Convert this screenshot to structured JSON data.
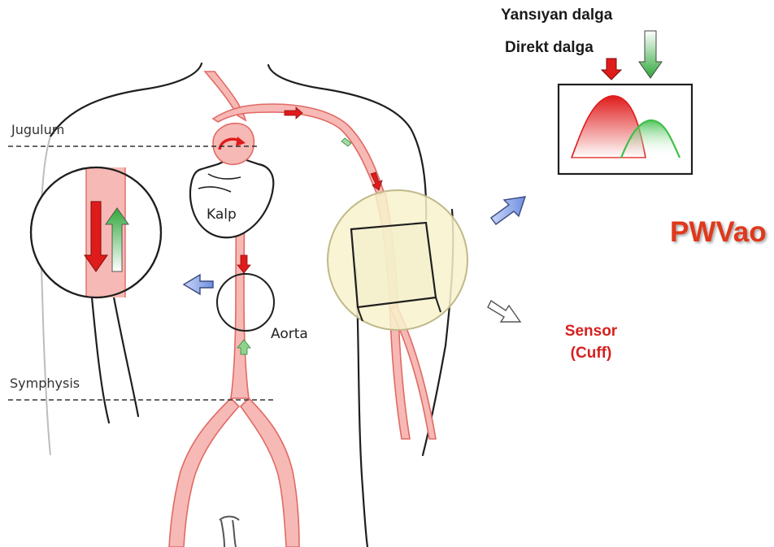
{
  "labels": {
    "jugulum": "Jugulum",
    "symphysis": "Symphysis",
    "heart": "Kalp",
    "aorta": "Aorta",
    "reflected_wave": "Yansıyan dalga",
    "direct_wave": "Direkt dalga",
    "pwv": "PWVao",
    "sensor": "Sensor",
    "cuff": "(Cuff)"
  },
  "colors": {
    "artery_fill": "#f7b9b5",
    "artery_stroke": "#e06a64",
    "direct_wave": "#e01b1b",
    "reflected_wave": "#3fbf4a",
    "pwv_text": "#e0381c",
    "sensor_text": "#d62020",
    "cuff_highlight": "#f7f2cc",
    "pointer_arrow": "#8fa8e8"
  }
}
